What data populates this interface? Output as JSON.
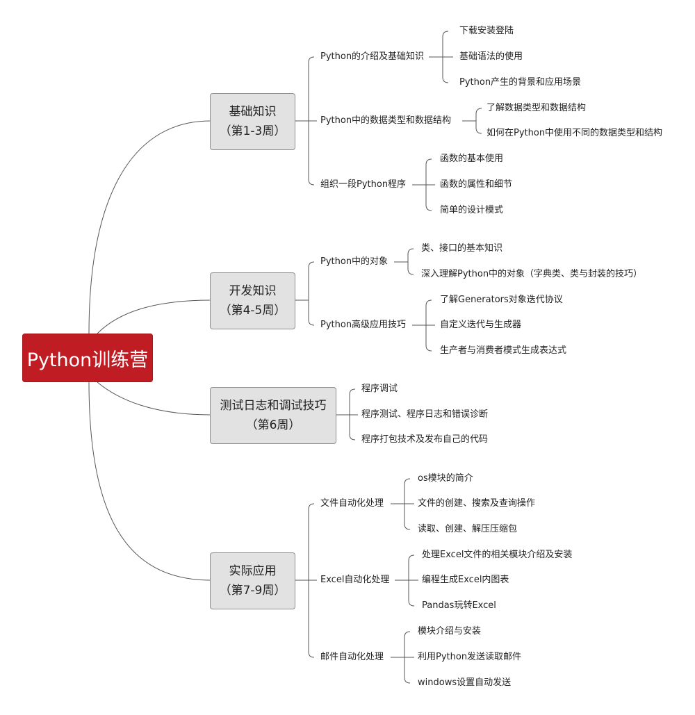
{
  "root": {
    "label": "Python训练营"
  },
  "branches": [
    {
      "title": "基础知识",
      "subtitle": "（第1-3周）",
      "children": [
        {
          "label": "Python的介绍及基础知识",
          "leaves": [
            "下载安装登陆",
            "基础语法的使用",
            "Python产生的背景和应用场景"
          ]
        },
        {
          "label": "Python中的数据类型和数据结构",
          "leaves": [
            "了解数据类型和数据结构",
            "如何在Python中使用不同的数据类型和结构"
          ]
        },
        {
          "label": "组织一段Python程序",
          "leaves": [
            "函数的基本使用",
            "函数的属性和细节",
            "简单的设计模式"
          ]
        }
      ]
    },
    {
      "title": "开发知识",
      "subtitle": "（第4-5周）",
      "children": [
        {
          "label": "Python中的对象",
          "leaves": [
            "类、接口的基本知识",
            "深入理解Python中的对象（字典类、类与封装的技巧）"
          ]
        },
        {
          "label": "Python高级应用技巧",
          "leaves": [
            "了解Generators对象迭代协议",
            "自定义迭代与生成器",
            "生产者与消费者模式生成表达式"
          ]
        }
      ]
    },
    {
      "title": "测试日志和调试技巧",
      "subtitle": "（第6周）",
      "leaves": [
        "程序调试",
        "程序测试、程序日志和错误诊断",
        "程序打包技术及发布自己的代码"
      ]
    },
    {
      "title": "实际应用",
      "subtitle": "（第7-9周）",
      "children": [
        {
          "label": "文件自动化处理",
          "leaves": [
            "os模块的简介",
            "文件的创建、搜索及查询操作",
            "读取、创建、解压压缩包"
          ]
        },
        {
          "label": "Excel自动化处理",
          "leaves": [
            "处理Excel文件的相关模块介绍及安装",
            "编程生成Excel内图表",
            "Pandas玩转Excel"
          ]
        },
        {
          "label": "邮件自动化处理",
          "leaves": [
            "模块介绍与安装",
            "利用Python发送读取邮件",
            "windows设置自动发送"
          ]
        }
      ]
    }
  ],
  "colors": {
    "root_fill": "#bf1d23",
    "branch_fill": "#e2e2e2",
    "branch_border": "#8e8e8e",
    "line": "#555555"
  }
}
